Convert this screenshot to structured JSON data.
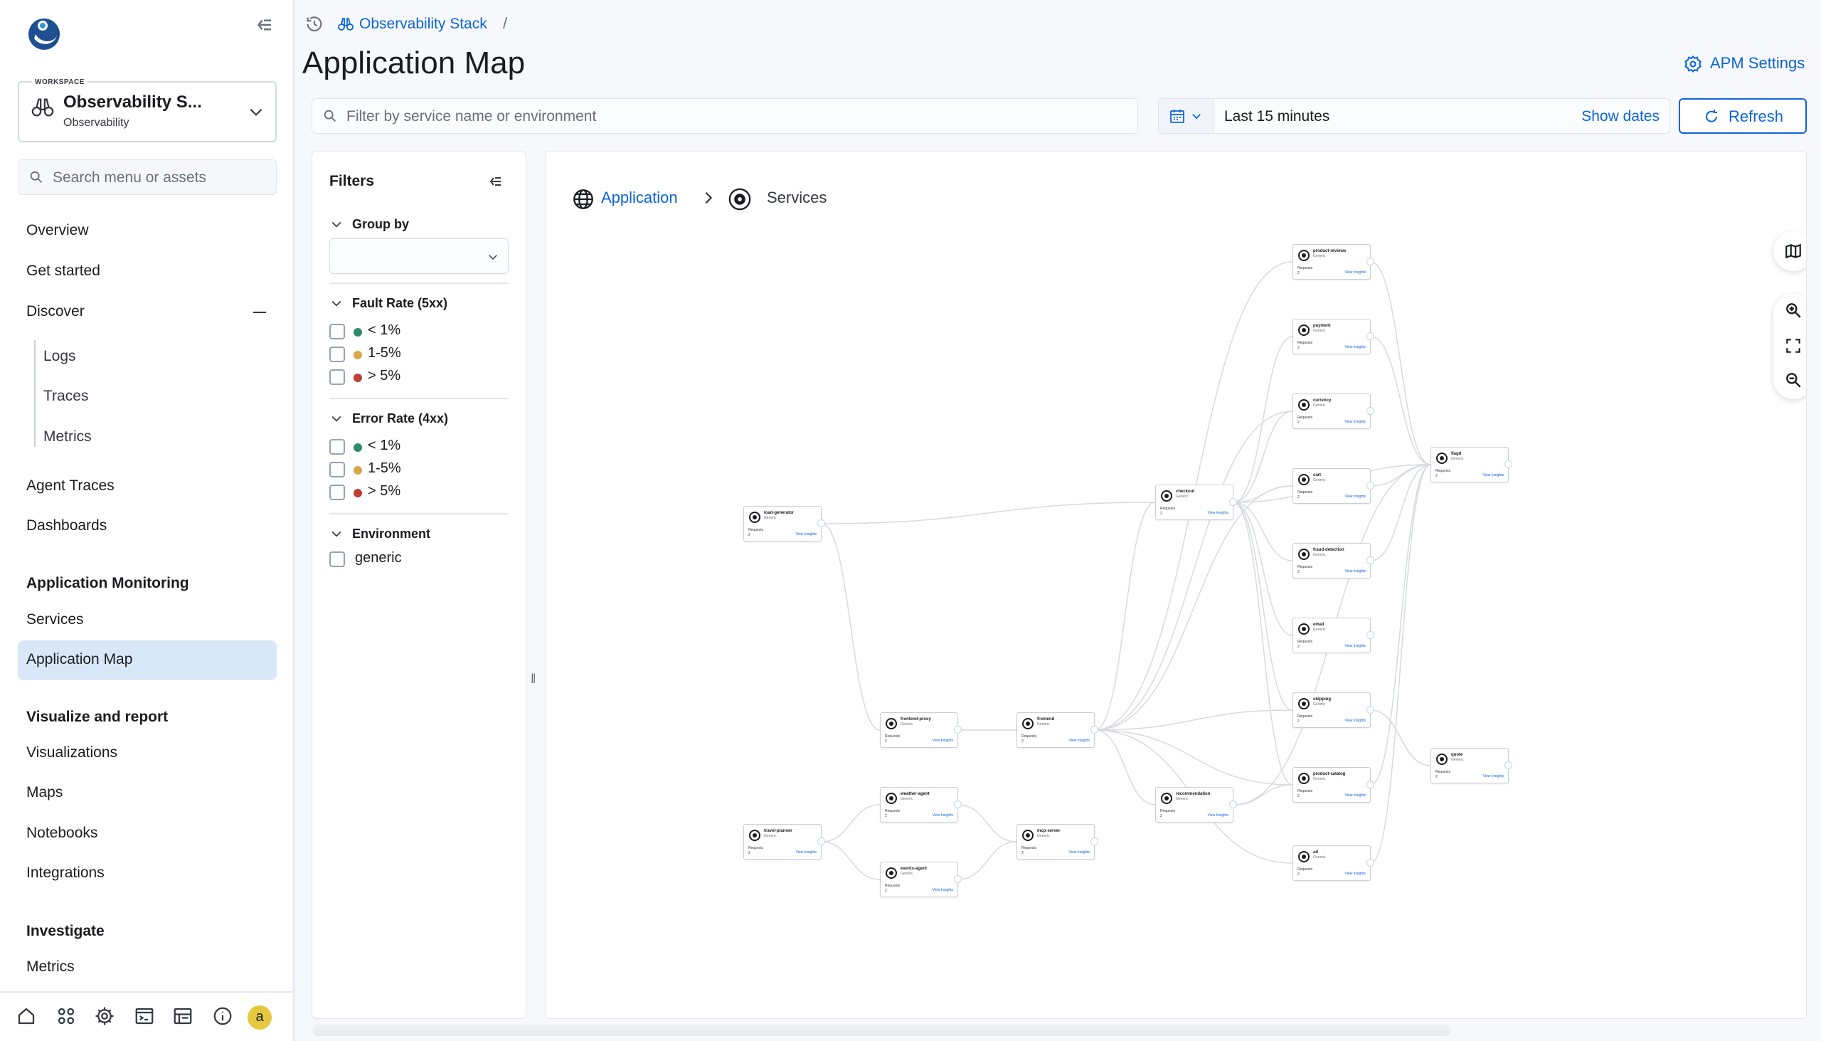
{
  "sidebar": {
    "workspace_tag": "WORKSPACE",
    "workspace_name": "Observability S...",
    "workspace_sub": "Observability",
    "search_placeholder": "Search menu or assets",
    "items": {
      "overview": "Overview",
      "get_started": "Get started",
      "discover": "Discover",
      "logs": "Logs",
      "traces": "Traces",
      "metrics": "Metrics",
      "agent_traces": "Agent Traces",
      "dashboards": "Dashboards",
      "app_monitoring": "Application Monitoring",
      "services": "Services",
      "application_map": "Application Map",
      "visualize_report": "Visualize and report",
      "visualizations": "Visualizations",
      "maps": "Maps",
      "notebooks": "Notebooks",
      "integrations": "Integrations",
      "investigate": "Investigate",
      "investigate_metrics": "Metrics"
    },
    "avatar_letter": "a"
  },
  "header": {
    "breadcrumb": "Observability Stack",
    "breadcrumb_sep": "/",
    "title": "Application Map",
    "apm_settings": "APM Settings",
    "filter_placeholder": "Filter by service name or environment",
    "time_range": "Last 15 minutes",
    "show_dates": "Show dates",
    "refresh": "Refresh"
  },
  "filters": {
    "title": "Filters",
    "group_by": "Group by",
    "fault_rate": "Fault Rate (5xx)",
    "error_rate": "Error Rate (4xx)",
    "environment": "Environment",
    "rate_options": [
      "< 1%",
      "1-5%",
      "> 5%"
    ],
    "env_options": [
      "generic"
    ],
    "colors": {
      "low": "#2f8a6a",
      "mid": "#d6a64b",
      "high": "#bd3f34"
    }
  },
  "map": {
    "crumb_app": "Application",
    "crumb_services": "Services",
    "nodes": [
      {
        "id": "product-reviews",
        "name": "product-reviews",
        "env": "Generic",
        "req": "Requests",
        "val": "2",
        "link": "View Insights"
      },
      {
        "id": "payment",
        "name": "payment",
        "env": "Generic",
        "req": "Requests",
        "val": "2",
        "link": "View Insights"
      },
      {
        "id": "currency",
        "name": "currency",
        "env": "Generic",
        "req": "Requests",
        "val": "2",
        "link": "View Insights"
      },
      {
        "id": "cart",
        "name": "cart",
        "env": "Generic",
        "req": "Requests",
        "val": "2",
        "link": "View Insights"
      },
      {
        "id": "fraud-detection",
        "name": "fraud-detection",
        "env": "Generic",
        "req": "Requests",
        "val": "2",
        "link": "View Insights"
      },
      {
        "id": "email",
        "name": "email",
        "env": "Generic",
        "req": "Requests",
        "val": "2",
        "link": "View Insights"
      },
      {
        "id": "shipping",
        "name": "shipping",
        "env": "Generic",
        "req": "Requests",
        "val": "2",
        "link": "View Insights"
      },
      {
        "id": "product-catalog",
        "name": "product-catalog",
        "env": "Generic",
        "req": "Requests",
        "val": "2",
        "link": "View Insights"
      },
      {
        "id": "ad",
        "name": "ad",
        "env": "Generic",
        "req": "Requests",
        "val": "2",
        "link": "View Insights"
      },
      {
        "id": "flagd",
        "name": "flagd",
        "env": "Generic",
        "req": "Requests",
        "val": "2",
        "link": "View Insights"
      },
      {
        "id": "quote",
        "name": "quote",
        "env": "Generic",
        "req": "Requests",
        "val": "2",
        "link": "View Insights"
      },
      {
        "id": "checkout",
        "name": "checkout",
        "env": "Generic",
        "req": "Requests",
        "val": "2",
        "link": "View Insights"
      },
      {
        "id": "load-generator",
        "name": "load-generator",
        "env": "Generic",
        "req": "Requests",
        "val": "2",
        "link": "View Insights"
      },
      {
        "id": "recommendation",
        "name": "recommendation",
        "env": "Generic",
        "req": "Requests",
        "val": "2",
        "link": "View Insights"
      },
      {
        "id": "frontend-proxy",
        "name": "frontend-proxy",
        "env": "Generic",
        "req": "Requests",
        "val": "2",
        "link": "View Insights"
      },
      {
        "id": "frontend",
        "name": "frontend",
        "env": "Generic",
        "req": "Requests",
        "val": "2",
        "link": "View Insights"
      },
      {
        "id": "weather-agent",
        "name": "weather-agent",
        "env": "Generic",
        "req": "Requests",
        "val": "2",
        "link": "View Insights"
      },
      {
        "id": "travel-planner",
        "name": "travel-planner",
        "env": "Generic",
        "req": "Requests",
        "val": "2",
        "link": "View Insights"
      },
      {
        "id": "mcp-server",
        "name": "mcp-server",
        "env": "Generic",
        "req": "Requests",
        "val": "2",
        "link": "View Insights"
      },
      {
        "id": "events-agent",
        "name": "events-agent",
        "env": "Generic",
        "req": "Requests",
        "val": "2",
        "link": "View Insights"
      }
    ]
  }
}
